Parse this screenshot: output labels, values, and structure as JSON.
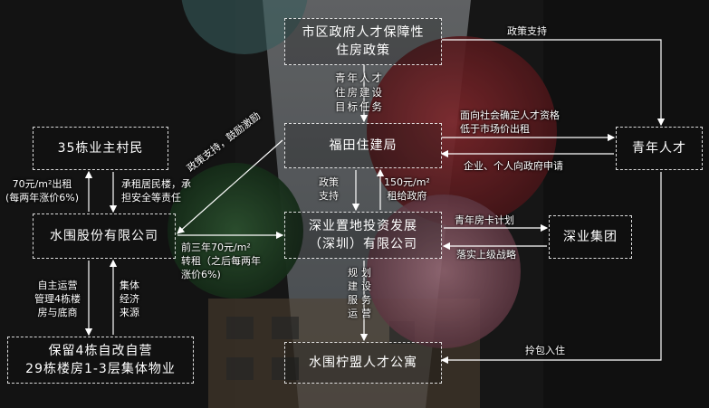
{
  "nodes": {
    "gov_policy": [
      "市区政府人才保障性",
      "住房政策"
    ],
    "futian": "福田住建局",
    "talent": "青年人才",
    "villagers": "35栋业主村民",
    "shuiwei": "水围股份有限公司",
    "shenzhen_zhidi": [
      "深业置地投资发展",
      "（深圳）有限公司"
    ],
    "shenye_group": "深业集团",
    "retained": [
      "保留4栋自改自营",
      "29栋楼房1-3层集体物业"
    ],
    "apartment": "水围柠盟人才公寓"
  },
  "labels": {
    "policy_support_top": "政策支持",
    "housing_goal": [
      "青年人才",
      "住房建设",
      "目标任务"
    ],
    "market_rent": [
      "面向社会确定人才资格",
      "低于市场价出租"
    ],
    "apply": "企业、个人向政府申请",
    "rent_70": [
      "70元/m²出租",
      "(每两年涨价6%)"
    ],
    "lease_resp": [
      "承租居民楼，承",
      "担安全等责任"
    ],
    "diag_policy": "政策支持，鼓励激励",
    "policy_support_mid": [
      "政策",
      "支持"
    ],
    "rent_150": [
      "150元/m²",
      "租给政府"
    ],
    "card_plan": "青年房卡计划",
    "strategy": "落实上级战略",
    "sublease": [
      "前三年70元/m²",
      "转租（之后每两年",
      "涨价6%)"
    ],
    "self_operate": [
      "自主运营",
      "管理4栋楼",
      "房与底商"
    ],
    "collective": [
      "集体",
      "经济",
      "来源"
    ],
    "services": [
      "规划",
      "建设",
      "服务",
      "运营"
    ],
    "move_in": "拎包入住"
  }
}
